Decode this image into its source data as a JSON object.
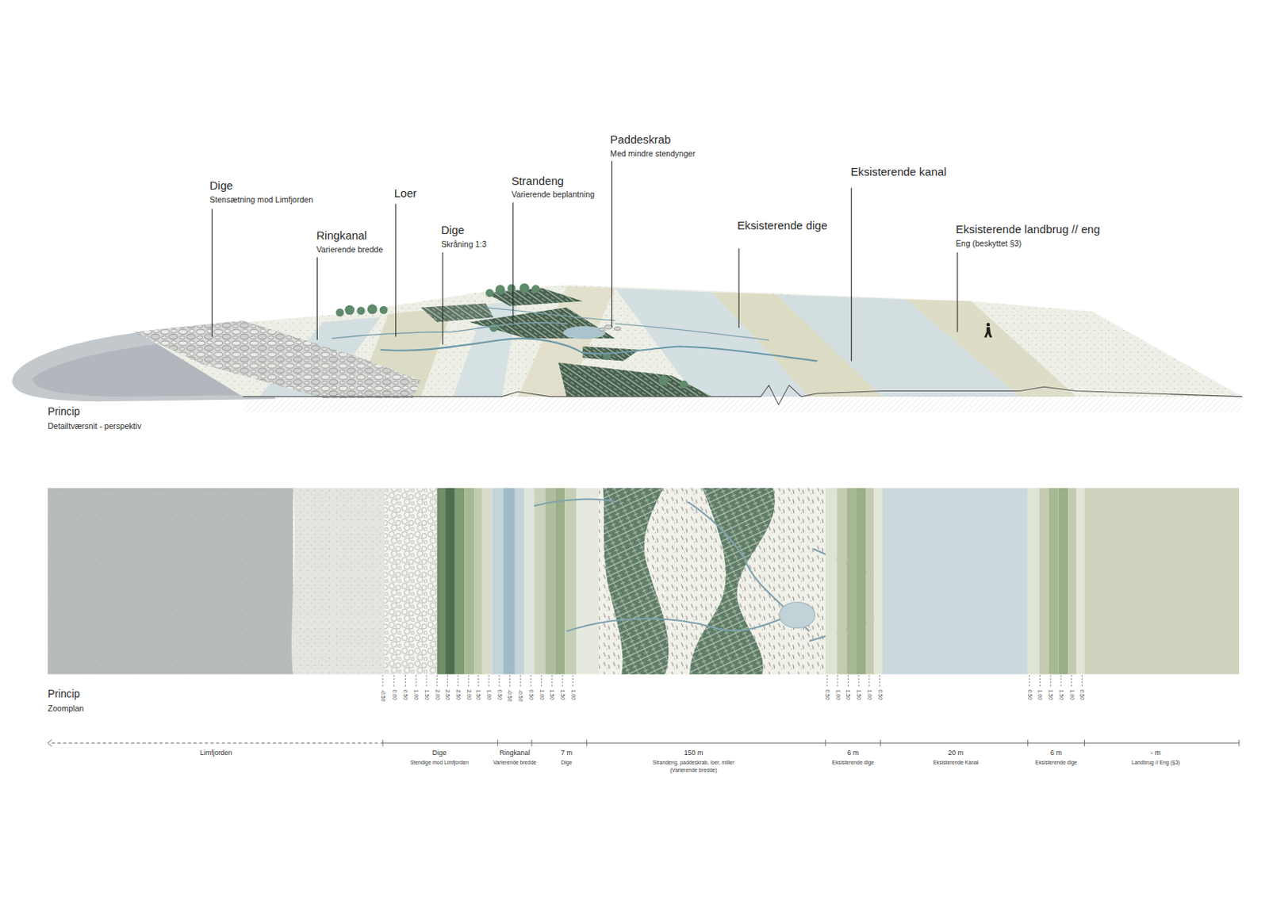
{
  "diagram": {
    "labels": [
      "Dige",
      "Stensætning mod Limfjorden",
      "Ringkanal",
      "Varierende bredde",
      "Loer",
      "Dige",
      "Skråning 1:3",
      "Strandeng",
      "Varierende beplantning",
      "Paddeskrab",
      "Med mindre stendynger",
      "Eksisterende dige",
      "Eksisterende kanal",
      "Eksisterende landbrug // eng",
      "Eng (beskyttet §3)",
      "Princip",
      "Detailtværsnit - perspektiv",
      "Princip",
      "Zoomplan",
      "-0.50",
      "0.00",
      "0.50",
      "1.00",
      "1.50",
      "2.00",
      "2.50",
      "2.50",
      "2.00",
      "1.50",
      "1.00",
      "0.50",
      "-0.50",
      "-0.50",
      "0.50",
      "1.00",
      "1.50",
      "1.50",
      "1.00",
      "0.50",
      "1.00",
      "1.50",
      "1.50",
      "1.00",
      "0.50",
      "0.50",
      "1.00",
      "1.50",
      "1.50",
      "1.00",
      "0.50",
      "Limfjorden",
      "Dige",
      "Stendige mod Limfjorden",
      "Ringkanal",
      "Varierende bredde",
      "7 m",
      "Dige",
      "150 m",
      "Strandeng, paddeskrab, loer, miller",
      "(Varierende bredde)",
      "6 m",
      "Eksisterende dige",
      "20 m",
      "Eksisterende Kanal",
      "6 m",
      "Eksisterende dige",
      "- m",
      "Landbrug // Eng (§3)"
    ]
  }
}
